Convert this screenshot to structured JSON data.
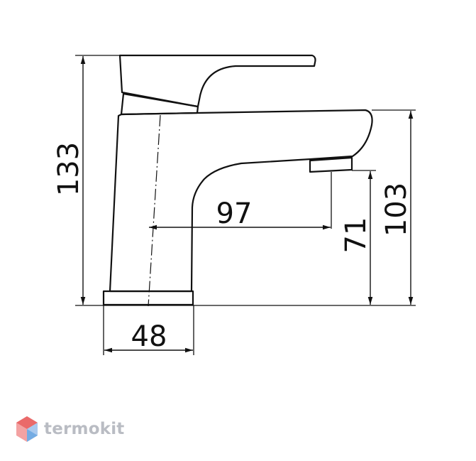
{
  "dimensions": {
    "total_height": "133",
    "spout_height": "103",
    "outlet_height": "71",
    "spout_reach": "97",
    "base_width": "48"
  },
  "watermark": {
    "brand_name": "termokit",
    "logo_colors": [
      "#e85a5a",
      "#6aa6e0"
    ]
  }
}
